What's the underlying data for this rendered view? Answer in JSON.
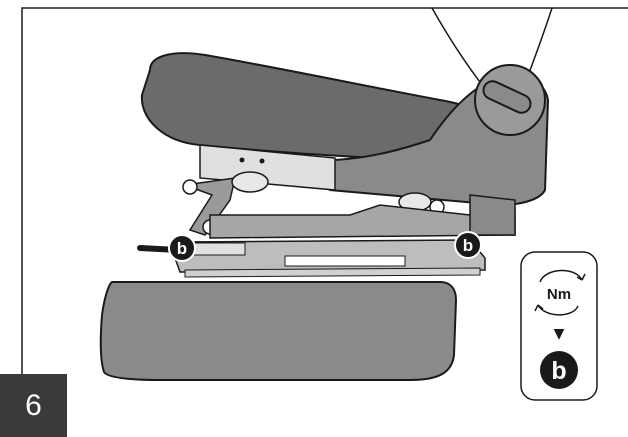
{
  "step_number": "6",
  "callouts": {
    "b_left": "b",
    "b_right": "b"
  },
  "legend": {
    "torque_label": "Nm",
    "arrow_glyph": "▼",
    "part_label": "b"
  },
  "colors": {
    "upholstery_dark": "#6b6b6b",
    "upholstery_mid": "#8a8a8a",
    "metal_light": "#bdbdbd",
    "metal_mid": "#a6a6a6",
    "outline": "#1a1a1a",
    "step_box": "#3a3a3a",
    "callout_fill": "#1a1a1a"
  }
}
